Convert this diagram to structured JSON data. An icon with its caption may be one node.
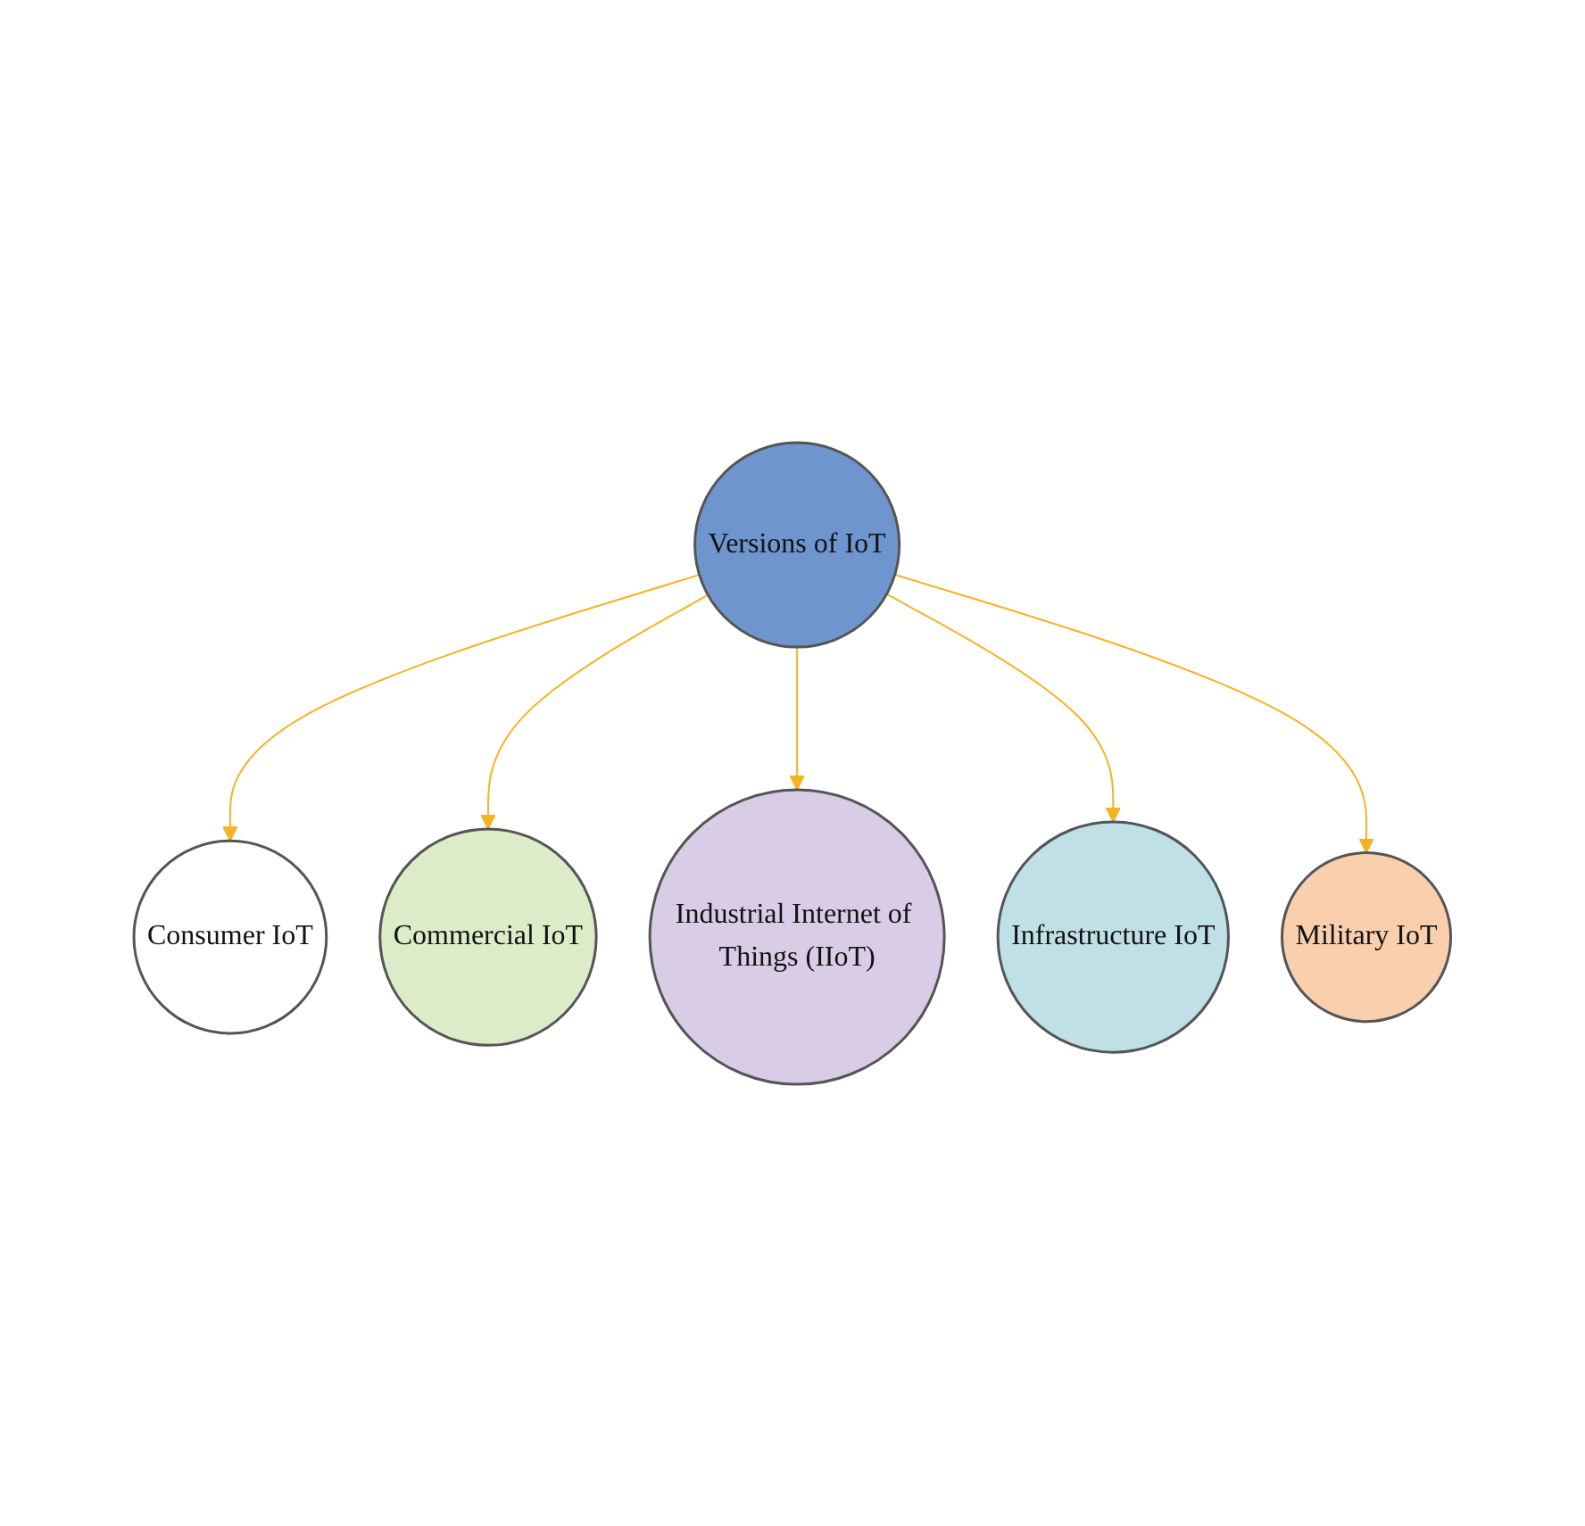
{
  "diagram": {
    "nodes": [
      {
        "text": [
          "Consumer IoT"
        ]
      },
      {
        "text": [
          "Military IoT"
        ]
      },
      {
        "text": [
          "Commercial IoT"
        ]
      },
      {
        "text": [
          "Versions of IoT"
        ]
      },
      {
        "text": [
          "Infrastructure IoT"
        ]
      },
      {
        "text": [
          "Industrial Internet of Things (IIoT)"
        ]
      }
    ],
    "edges": [
      {
        "from": 3,
        "to": 0,
        "arrow": "to",
        "color": "#f5b324"
      },
      {
        "from": 3,
        "to": 2,
        "arrow": "to",
        "color": "#f5b324"
      },
      {
        "from": 3,
        "to": 5,
        "arrow": "to",
        "color": "#f5b324"
      },
      {
        "from": 3,
        "to": 4,
        "arrow": "to",
        "color": "#f5b324"
      },
      {
        "from": 3,
        "to": 1,
        "arrow": "to",
        "color": "#f5b324"
      }
    ]
  }
}
